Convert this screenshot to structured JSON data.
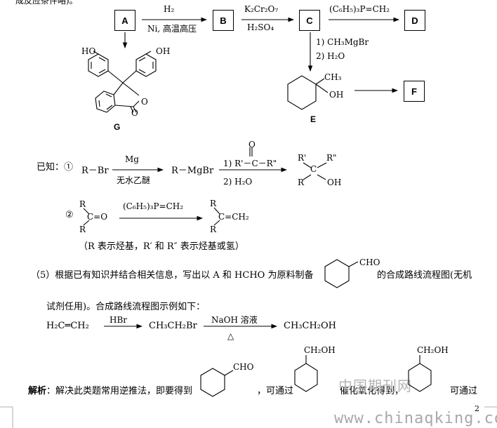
{
  "top_cut": "成反应条件略)。",
  "boxes": {
    "A": "A",
    "B": "B",
    "C": "C",
    "D": "D",
    "F": "F"
  },
  "arrows": {
    "ab_top": "H₂",
    "ab_bottom": "Ni, 高温高压",
    "bc_top": "K₂Cr₂O₇",
    "bc_bottom": "H₂SO₄",
    "cd_top": "(C₆H₅)₃P=CH₂",
    "ce_step1": "1) CH₃MgBr",
    "ce_step2": "2) H₂O"
  },
  "labels": {
    "G": "G",
    "E": "E",
    "HO": "HO",
    "OH": "OH",
    "O": "O",
    "O2": "O",
    "CH3": "CH₃",
    "E_OH": "OH"
  },
  "known": {
    "prefix": "已知：①",
    "r_br": "R－Br",
    "mg": "Mg",
    "ether": "无水乙醚",
    "rmgbr": "R－MgBr",
    "step1": "1) R'－C－R\"",
    "step1_o": "O",
    "step2": "2) H₂O",
    "prod_r1": "R'",
    "prod_r2": "R\"",
    "prod_c": "C",
    "prod_r": "R",
    "prod_oh": "OH",
    "num2": "②",
    "ket_r1": "R",
    "ket_r2": "R",
    "ket_co": "C=O",
    "wittig": "(C₆H₅)₃P=CH₂",
    "alk_r1": "R",
    "alk_r2": "R",
    "alk_c": "C=CH₂",
    "note": "（R 表示烃基，R′ 和 R″ 表示烃基或氢）"
  },
  "q5": {
    "text1": "（5）根据已有知识并结合相关信息，写出以 A 和 HCHO 为原料制备",
    "cho": "CHO",
    "text2": "的合成路线流程图(无机",
    "text3": "试剂任用)。合成路线流程图示例如下："
  },
  "example": {
    "ethene": "H₂C═CH₂",
    "hbr": "HBr",
    "bromide": "CH₃CH₂Br",
    "naoh": "NaOH 溶液",
    "heat": "△",
    "ethanol": "CH₃CH₂OH"
  },
  "analysis": {
    "label": "解析",
    "text1": "：解决此类题常用逆推法，即要得到",
    "cho": "CHO",
    "text2": "，可通过",
    "ch2oh1": "CH₂OH",
    "text3": "催化氧化得到，",
    "ch2oh2": "CH₂OH",
    "text4": "可通过",
    "page": "2"
  },
  "watermark": {
    "cn": "中国期刊网",
    "url": "www.chinaqking.com"
  }
}
